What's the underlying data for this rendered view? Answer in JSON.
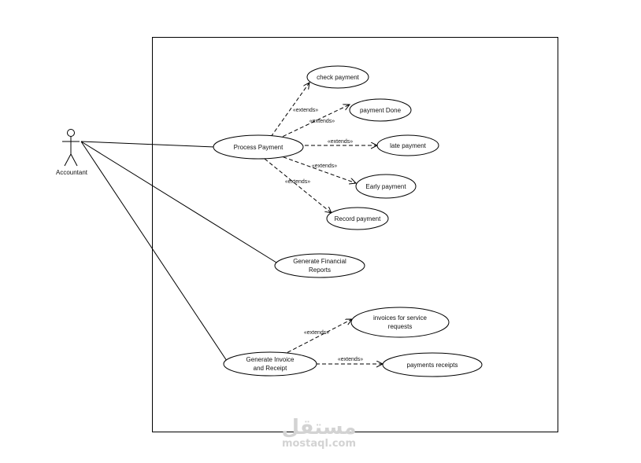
{
  "actor": {
    "name": "Accountant"
  },
  "use_cases": {
    "process_payment": "Process Payment",
    "check_payment": "check payment",
    "payment_done": "payment Done",
    "late_payment": "late payment",
    "early_payment": "Early payment",
    "record_payment": "Record payment",
    "generate_financial_reports": [
      "Generate Financial",
      "Reports"
    ],
    "generate_invoice_receipt": [
      "Generate Invoice",
      "and Receipt"
    ],
    "invoices_service_requests": [
      "invoices for service",
      "requests"
    ],
    "payments_receipts": "payments receipts"
  },
  "relations": {
    "extends_label": "«extends»"
  },
  "watermark": {
    "arabic": "مستقل",
    "latin": "mostaql.com"
  }
}
